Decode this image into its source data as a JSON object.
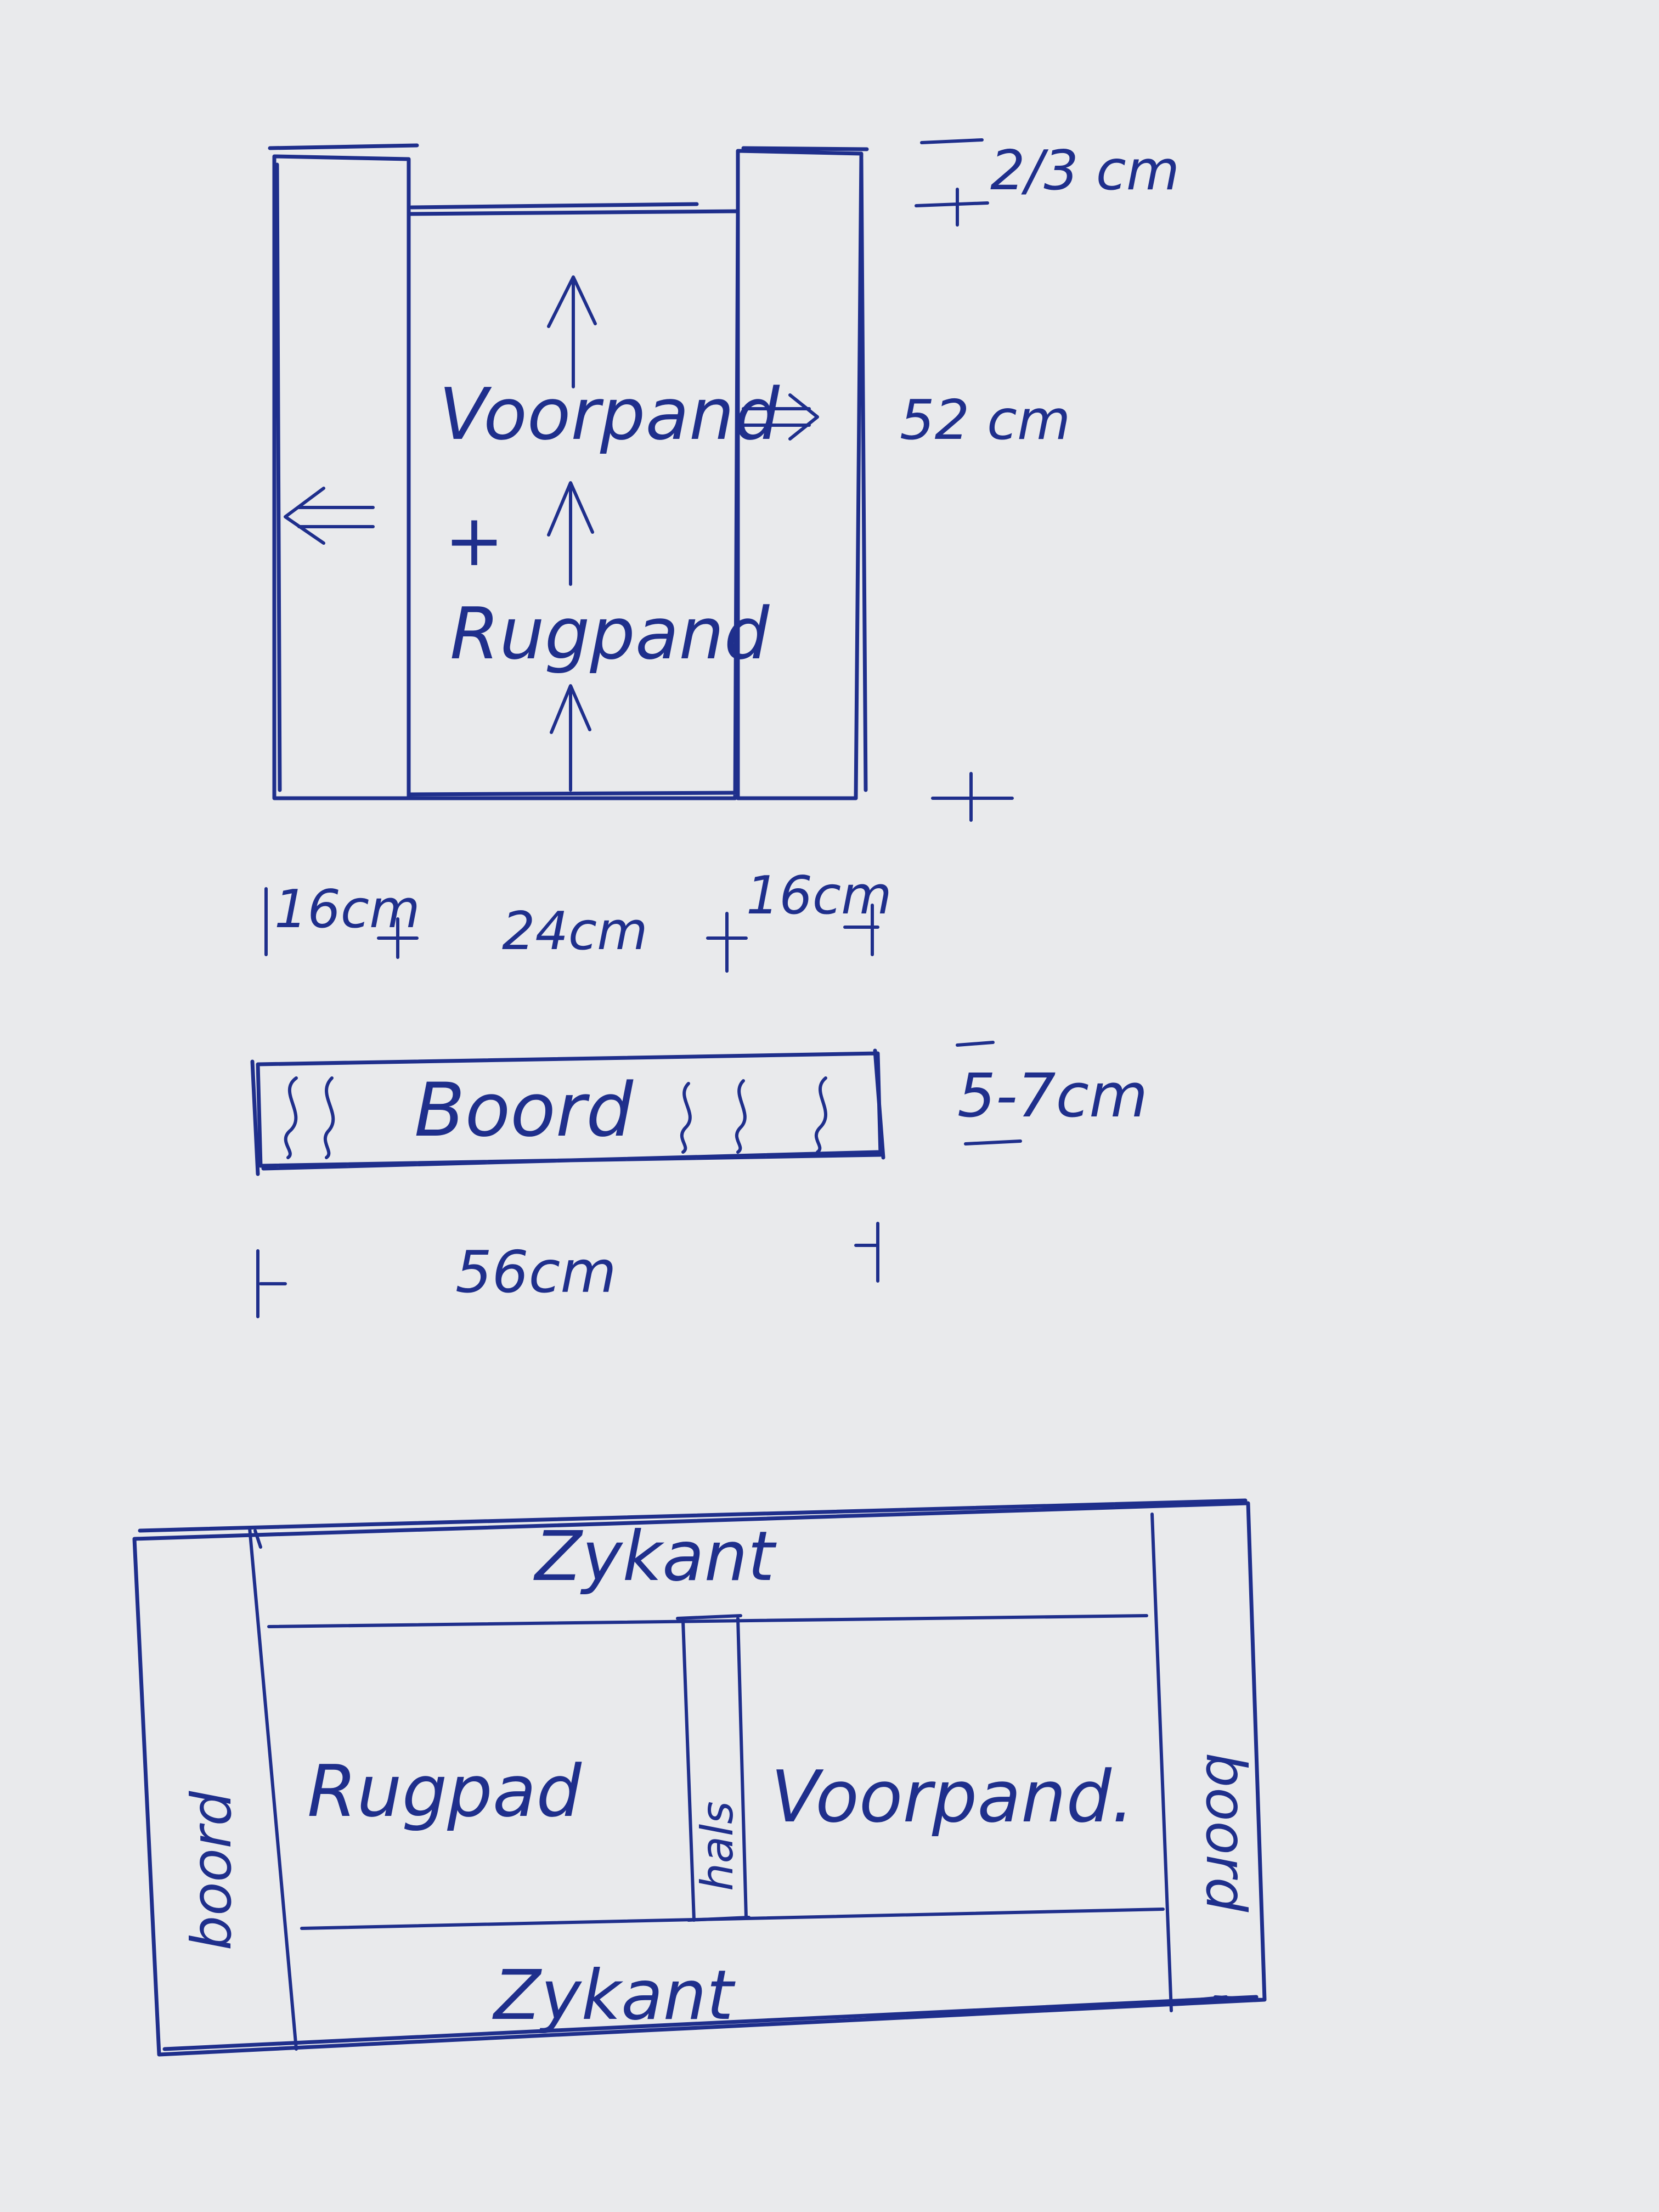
{
  "top_pattern": {
    "center_label_top": "Voorpand",
    "plus_sign": "+",
    "center_label_bottom": "Rugpand",
    "top_offset": "2/3 cm",
    "height": "52 cm",
    "left_width": "16cm",
    "center_width": "24cm",
    "right_width": "16cm"
  },
  "band": {
    "label": "Boord",
    "height": "5-7cm",
    "length": "56cm"
  },
  "assembly": {
    "top_label": "Zykant",
    "bottom_label": "Zykant",
    "left_label": "Rugpad",
    "neck_label": "hals",
    "right_label": "Voorpand.",
    "left_band_label": "boord",
    "right_band_label": "boord"
  },
  "colors": {
    "paper": "#e9eaec",
    "ink": "#1f2f8c"
  }
}
